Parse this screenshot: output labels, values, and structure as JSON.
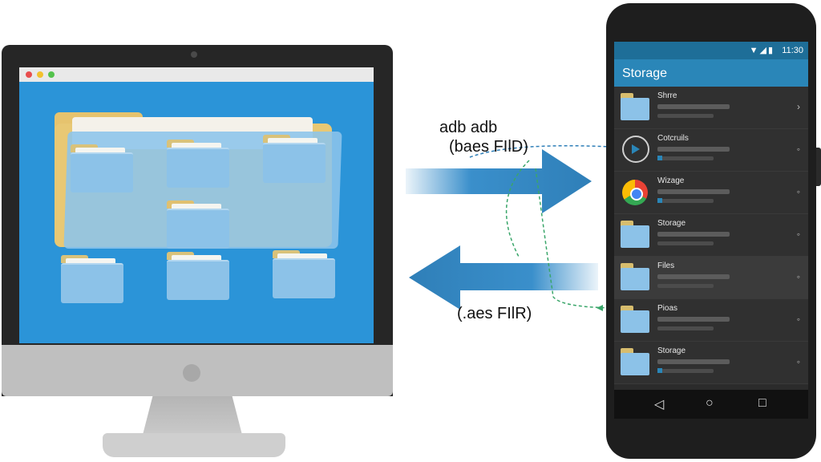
{
  "arrows": {
    "top_label_line1": "adb adb",
    "top_label_line2": "(baes FIlD)",
    "bottom_label": "(.aes FIlR)",
    "colors": {
      "arrow": "#3a8fcb",
      "dashed_blue": "#2f7fb8",
      "dashed_green": "#3aa66a"
    }
  },
  "phone": {
    "status_time": "11:30",
    "status_icons": "▼◢▮",
    "app_title": "Storage",
    "rows": [
      {
        "name": "Shrre",
        "icon": "folder-icon",
        "chevron": "›"
      },
      {
        "name": "Cotcruils",
        "icon": "media-icon",
        "chevron": "◦"
      },
      {
        "name": "Wizage",
        "icon": "app-icon",
        "chevron": "◦"
      },
      {
        "name": "Storage",
        "icon": "folder-icon",
        "chevron": "◦"
      },
      {
        "name": "Files",
        "icon": "folder-icon",
        "chevron": "◦"
      },
      {
        "name": "Pioas",
        "icon": "folder-icon",
        "chevron": "◦"
      },
      {
        "name": "Storage",
        "icon": "folder-icon",
        "chevron": "◦"
      }
    ],
    "nav": {
      "back": "◁",
      "home": "○",
      "recents": "□"
    }
  },
  "desktop": {
    "window_dots": [
      "#e84e4e",
      "#f2c12e",
      "#54c24c"
    ]
  }
}
